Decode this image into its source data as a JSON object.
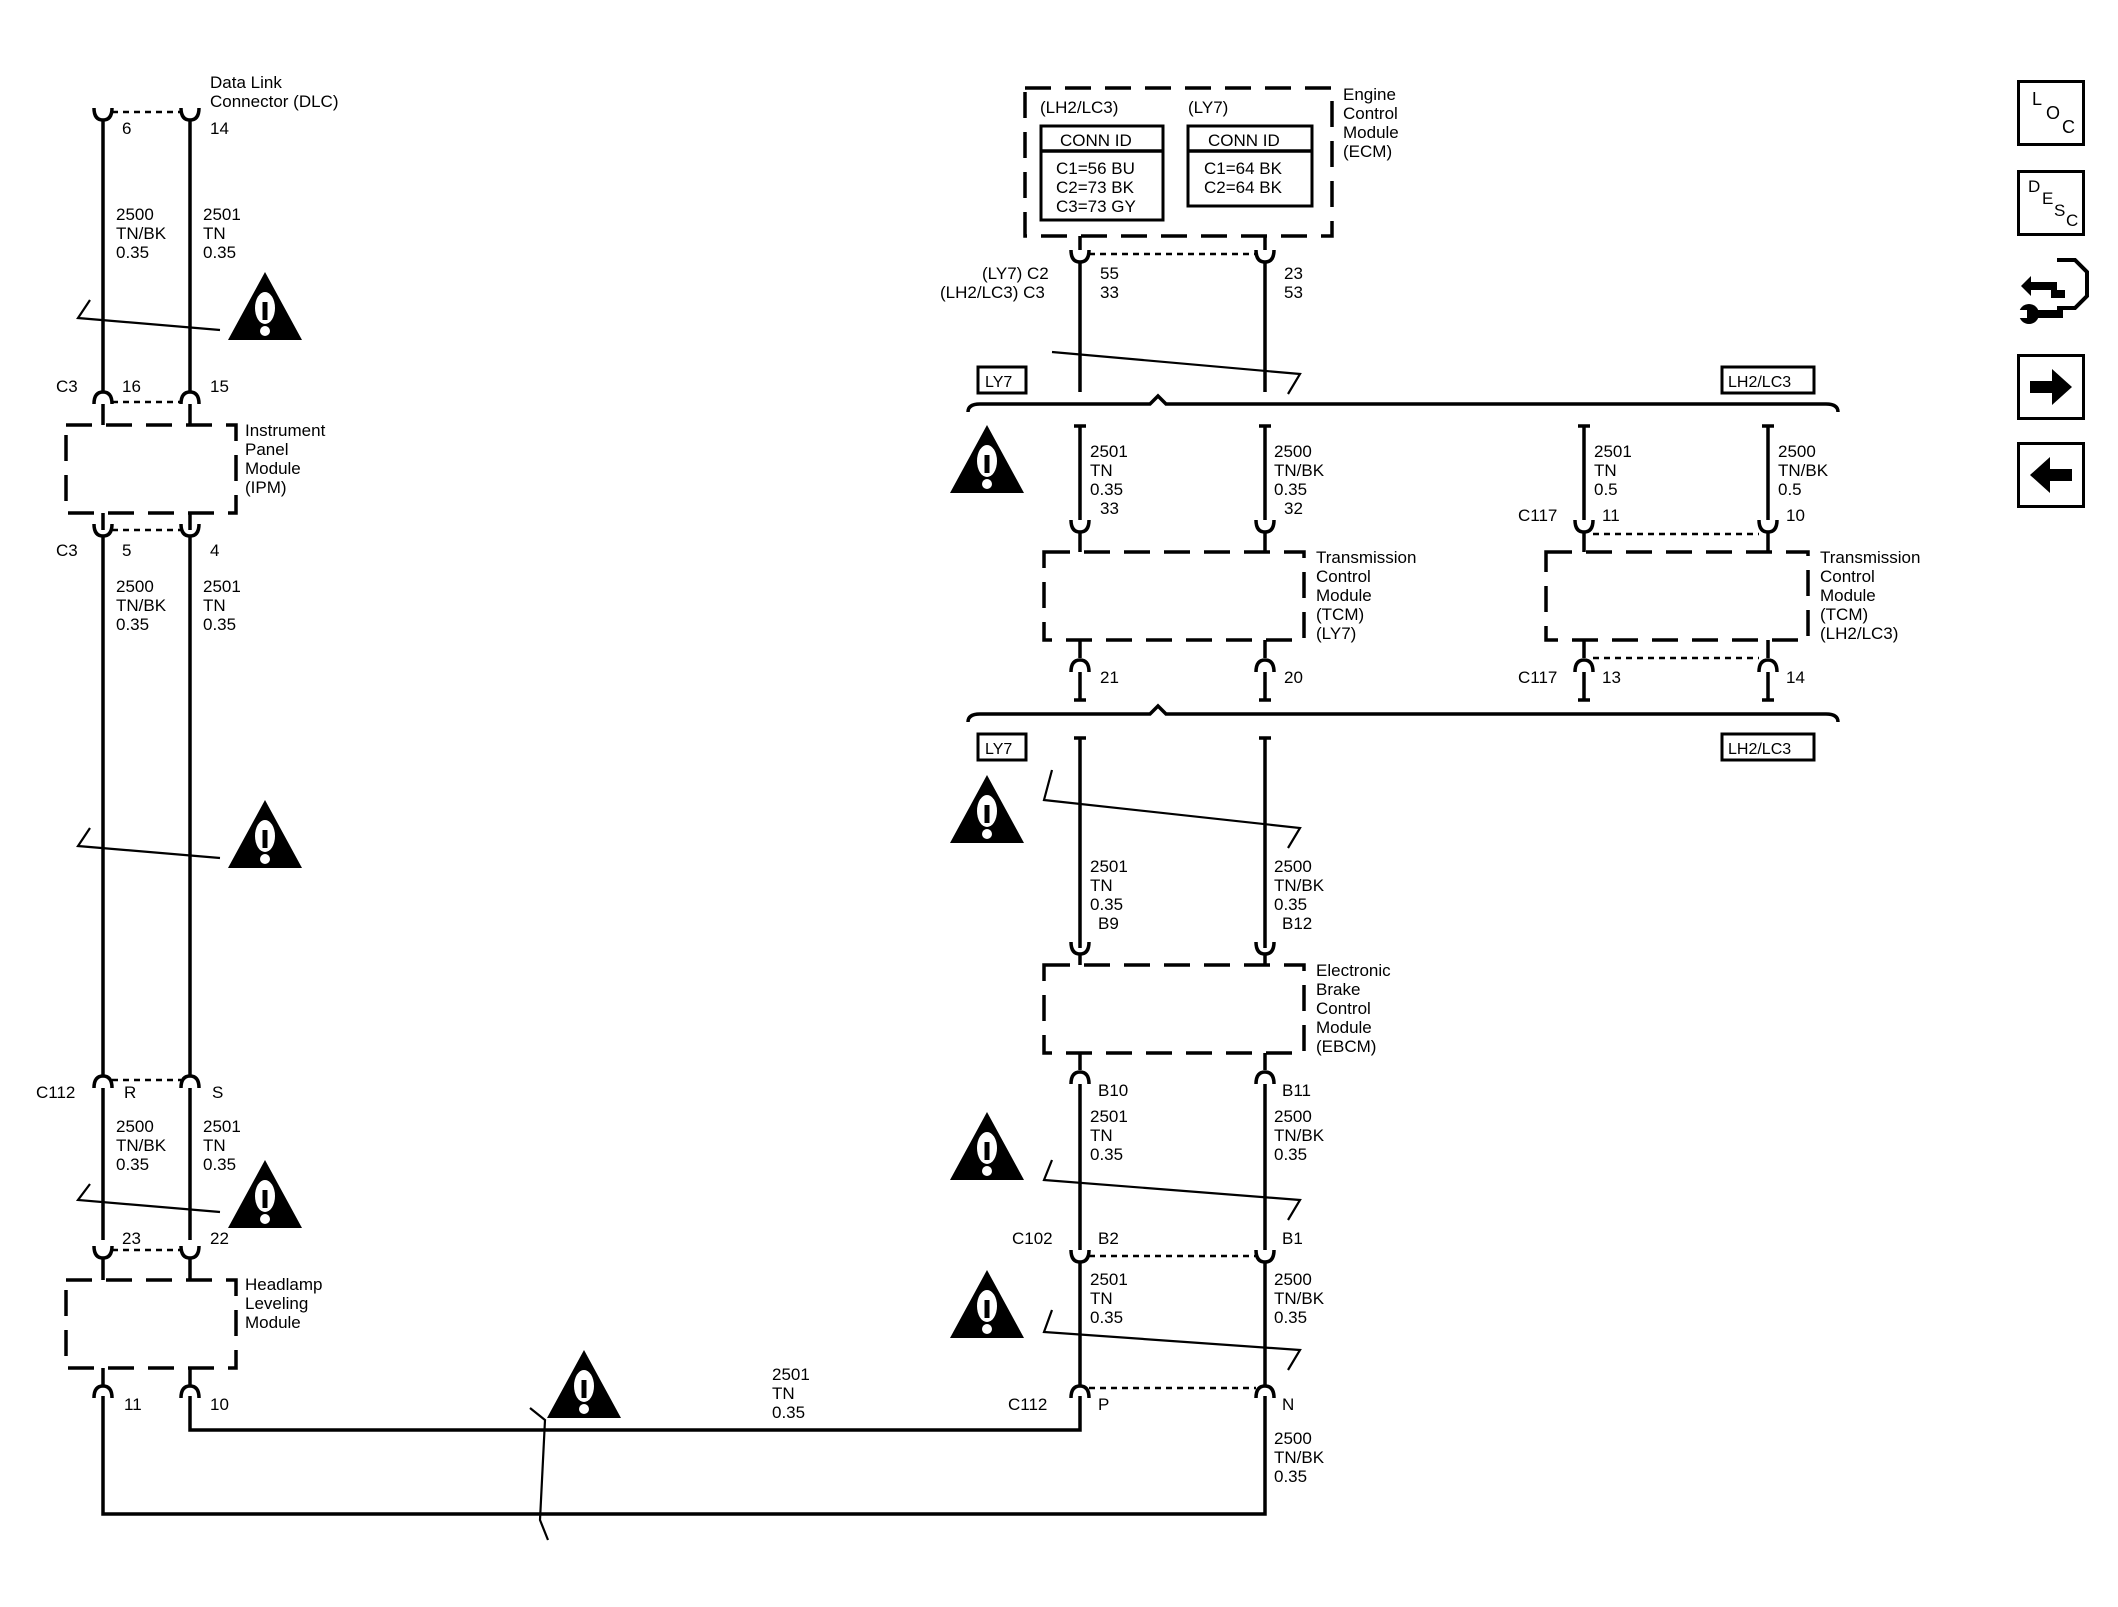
{
  "dlc": {
    "title": [
      "Data Link",
      "Connector (DLC)"
    ],
    "pin_a": "6",
    "pin_b": "14"
  },
  "wire_left_top": {
    "a": [
      "2500",
      "TN/BK",
      "0.35"
    ],
    "b": [
      "2501",
      "TN",
      "0.35"
    ]
  },
  "ipm": {
    "conn": "C3",
    "pin_in_a": "16",
    "pin_in_b": "15",
    "title": [
      "Instrument",
      "Panel",
      "Module",
      "(IPM)"
    ],
    "conn2": "C3",
    "pin_out_a": "5",
    "pin_out_b": "4"
  },
  "wire_left_mid": {
    "a": [
      "2500",
      "TN/BK",
      "0.35"
    ],
    "b": [
      "2501",
      "TN",
      "0.35"
    ]
  },
  "c112_left": {
    "conn": "C112",
    "pin_a": "R",
    "pin_b": "S"
  },
  "wire_left_low": {
    "a": [
      "2500",
      "TN/BK",
      "0.35"
    ],
    "b": [
      "2501",
      "TN",
      "0.35"
    ]
  },
  "hlm": {
    "pin_in_a": "23",
    "pin_in_b": "22",
    "title": [
      "Headlamp",
      "Leveling",
      "Module"
    ],
    "pin_out_a": "11",
    "pin_out_b": "10"
  },
  "bottom_wire": [
    "2501",
    "TN",
    "0.35"
  ],
  "ecm": {
    "title": [
      "Engine",
      "Control",
      "Module",
      "(ECM)"
    ],
    "variant_a": "(LH2/LC3)",
    "variant_b": "(LY7)",
    "conn_id_label": "CONN ID",
    "conn_a": [
      "C1=56 BU",
      "C2=73 BK",
      "C3=73 GY"
    ],
    "conn_b": [
      "C1=64 BK",
      "C2=64 BK"
    ],
    "pin_label_1": "(LY7) C2",
    "pin_label_2": "(LH2/LC3) C3",
    "pins_a": [
      "55",
      "33"
    ],
    "pins_b": [
      "23",
      "53"
    ]
  },
  "options": {
    "ly7": "LY7",
    "lh2": "LH2/LC3"
  },
  "tcm_ly7": {
    "wire_a": [
      "2501",
      "TN",
      "0.35"
    ],
    "pin_in_a": "33",
    "wire_b": [
      "2500",
      "TN/BK",
      "0.35"
    ],
    "pin_in_b": "32",
    "title": [
      "Transmission",
      "Control",
      "Module",
      "(TCM)",
      "(LY7)"
    ],
    "pin_out_a": "21",
    "pin_out_b": "20"
  },
  "tcm_lh2": {
    "wire_a": [
      "2501",
      "TN",
      "0.5"
    ],
    "conn": "C117",
    "pin_in_a": "11",
    "wire_b": [
      "2500",
      "TN/BK",
      "0.5"
    ],
    "pin_in_b": "10",
    "title": [
      "Transmission",
      "Control",
      "Module",
      "(TCM)",
      "(LH2/LC3)"
    ],
    "conn2": "C117",
    "pin_out_a": "13",
    "pin_out_b": "14"
  },
  "ebcm": {
    "wire_a": [
      "2501",
      "TN",
      "0.35"
    ],
    "pin_in_a": "B9",
    "wire_b": [
      "2500",
      "TN/BK",
      "0.35"
    ],
    "pin_in_b": "B12",
    "title": [
      "Electronic",
      "Brake",
      "Control",
      "Module",
      "(EBCM)"
    ],
    "pin_out_a": "B10",
    "pin_out_b": "B11",
    "wire_c": [
      "2501",
      "TN",
      "0.35"
    ],
    "wire_d": [
      "2500",
      "TN/BK",
      "0.35"
    ]
  },
  "c102": {
    "conn": "C102",
    "pin_a": "B2",
    "pin_b": "B1"
  },
  "low_right": {
    "wire_a": [
      "2501",
      "TN",
      "0.35"
    ],
    "wire_b": [
      "2500",
      "TN/BK",
      "0.35"
    ]
  },
  "c112_right": {
    "conn": "C112",
    "pin_a": "P",
    "pin_b": "N",
    "wire_b": [
      "2500",
      "TN/BK",
      "0.35"
    ]
  },
  "sidebar": {
    "loc": [
      "L",
      "O",
      "C"
    ],
    "desc": [
      "D",
      "E",
      "S",
      "C"
    ]
  }
}
